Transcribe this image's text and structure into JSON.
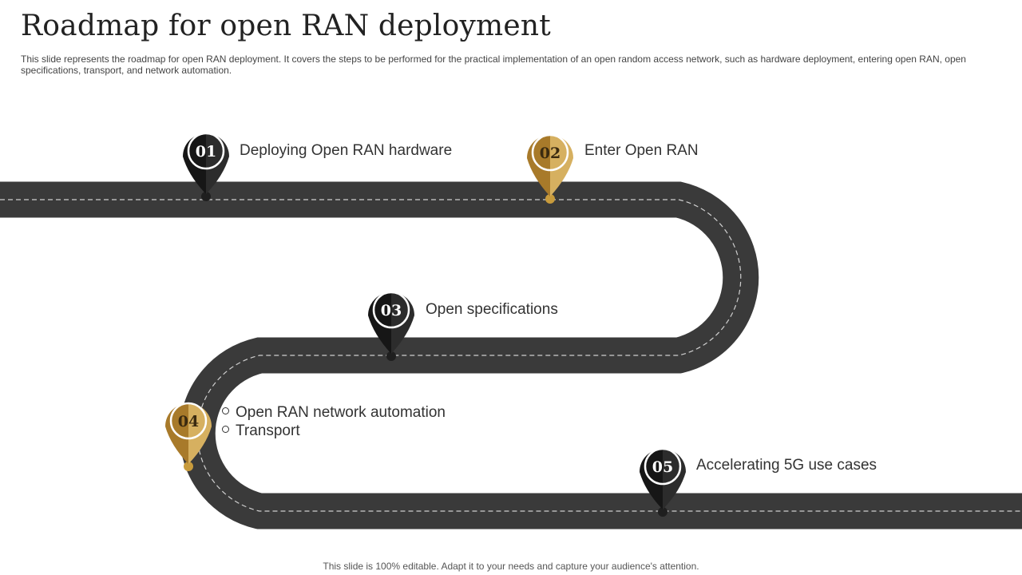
{
  "title": "Roadmap for open RAN deployment",
  "subtitle": "This slide represents the roadmap for open RAN deployment. It covers the steps to be performed for the practical implementation of an open random access network, such as hardware deployment, entering open RAN, open specifications, transport, and network automation.",
  "steps": [
    {
      "number": "01",
      "label": "Deploying Open RAN hardware",
      "color": "dark"
    },
    {
      "number": "02",
      "label": "Enter Open RAN",
      "color": "gold"
    },
    {
      "number": "03",
      "label": "Open specifications",
      "color": "dark"
    },
    {
      "number": "04",
      "items": [
        "Open RAN network automation",
        "Transport"
      ],
      "color": "gold"
    },
    {
      "number": "05",
      "label": "Accelerating 5G use cases",
      "color": "dark"
    }
  ],
  "colors": {
    "road": "#3a3a3a",
    "dark_pin": "#1f1f1f",
    "gold_pin": "#c89b3c",
    "lane": "#cfcfcf"
  },
  "footer": "This slide is 100% editable. Adapt it to your needs and capture your audience's attention."
}
